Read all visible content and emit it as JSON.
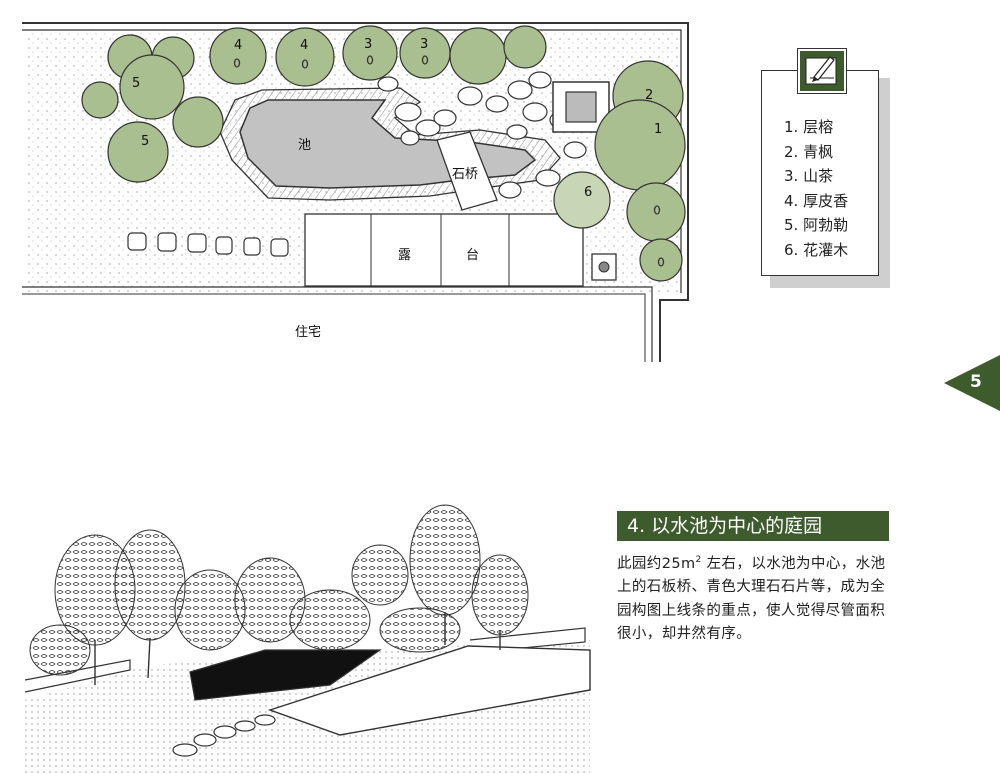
{
  "plan": {
    "labels": {
      "pond": "池",
      "stone_bridge": "石桥",
      "terrace_left": "露",
      "terrace_right": "台",
      "residence": "住宅"
    },
    "tree_numbers": {
      "t1": "1",
      "t2": "2",
      "t3a": "3",
      "t3b": "3",
      "t4a": "4",
      "t4b": "4",
      "t5a": "5",
      "t5b": "5",
      "t6": "6"
    }
  },
  "legend": {
    "items": [
      "1. 层榕",
      "2. 青枫",
      "3. 山茶",
      "4. 厚皮香",
      "5. 阿勃勒",
      "6. 花灌木"
    ],
    "icon": "pencil-on-paper-icon"
  },
  "page": {
    "number": "5"
  },
  "section": {
    "title": "4. 以水池为中心的庭园",
    "body_prefix": "此园约25m",
    "body_sup": "2",
    "body_rest": " 左右，以水池为中心，水池上的石板桥、青色大理石石片等，成为全园构图上线条的重点，使人觉得尽管面积很小，却井然有序。"
  },
  "colors": {
    "accent_green": "#3d5b2c",
    "tree_fill": "#a9bf8f",
    "pond_fill": "#c2c2c2",
    "ink": "#222222"
  }
}
